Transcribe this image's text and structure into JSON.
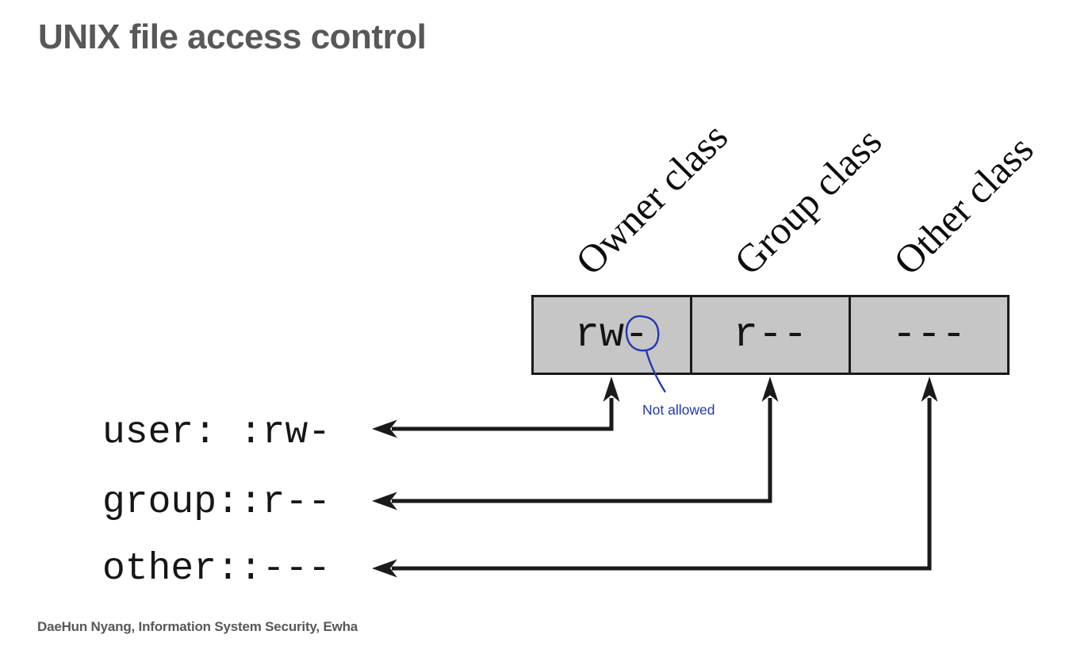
{
  "slide": {
    "title": "UNIX file access control",
    "footer": "DaeHun Nyang, Information System Security, Ewha"
  },
  "diagram": {
    "class_labels": [
      "Owner class",
      "Group class",
      "Other class"
    ],
    "permission_cells": [
      "rw-",
      "r--",
      "---"
    ],
    "acl_entries": [
      "user: :rw-",
      "group::r--",
      "other::---"
    ],
    "annotation": {
      "text": "Not allowed"
    },
    "colors": {
      "box_fill": "#c6c6c6",
      "line_black": "#1a1a1a",
      "annotation_blue": "#2138ae",
      "heading_gray": "#58585b"
    }
  }
}
